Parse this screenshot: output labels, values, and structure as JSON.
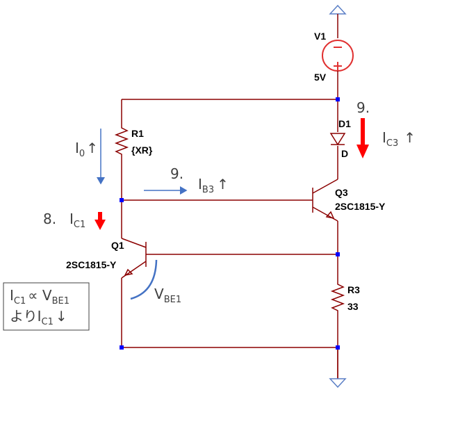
{
  "components": {
    "v1": {
      "name": "V1",
      "value": "5V"
    },
    "d1": {
      "name": "D1",
      "value": "D"
    },
    "r1": {
      "name": "R1",
      "value": "{XR}"
    },
    "q3": {
      "name": "Q3",
      "value": "2SC1815-Y"
    },
    "q1": {
      "name": "Q1",
      "value": "2SC1815-Y"
    },
    "r3": {
      "name": "R3",
      "value": "33"
    }
  },
  "annotations": {
    "i0": {
      "main": "I",
      "sub": "0",
      "suffix": "↑"
    },
    "ib3": {
      "prefix": "9.",
      "main": "I",
      "sub": "B3",
      "suffix": "↑"
    },
    "ic3": {
      "prefix": "9.",
      "main": "I",
      "sub": "C3",
      "suffix": "↑"
    },
    "ic1": {
      "prefix": "8.",
      "main": "I",
      "sub": "C1"
    },
    "vbe1": {
      "main": "V",
      "sub": "BE1"
    },
    "note": {
      "line1": {
        "main_a": "I",
        "sub_a": "C1",
        "mid": "∝ V",
        "sub_b": "BE1"
      },
      "line2": {
        "prefix": "より",
        "main": "I",
        "sub": "C1",
        "suffix": "↓"
      }
    }
  },
  "colors": {
    "wire": "#8B0000",
    "node": "#0000FF",
    "arrow_red": "#FF0000",
    "arrow_blue": "#4472C4",
    "supply": "#5B7FC6",
    "source": "#E03030"
  }
}
